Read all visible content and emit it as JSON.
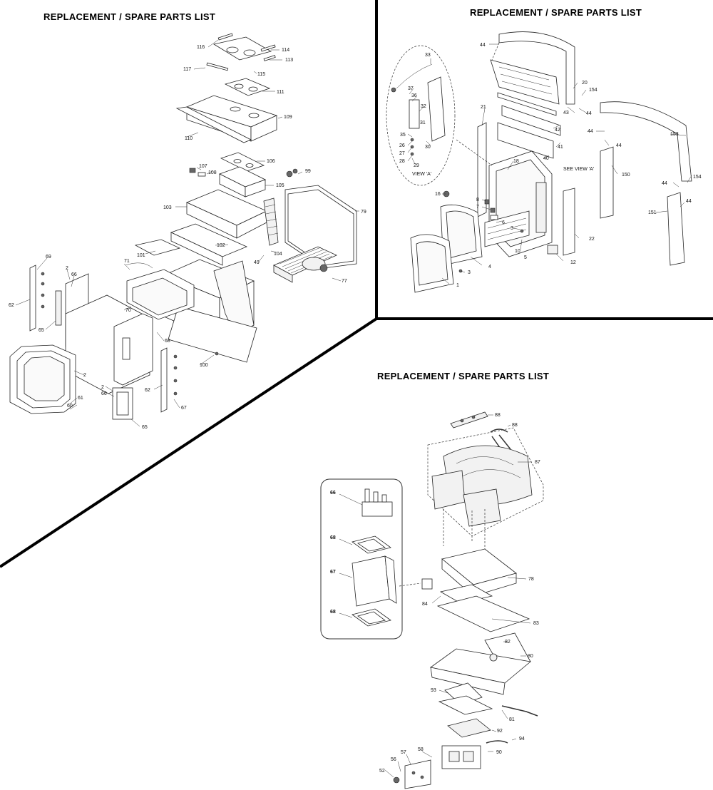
{
  "sections": {
    "top_left_title": "REPLACEMENT / SPARE PARTS LIST",
    "top_right_title": "REPLACEMENT / SPARE PARTS LIST",
    "bottom_title": "REPLACEMENT / SPARE PARTS LIST"
  },
  "callouts": {
    "view_a": "VIEW 'A'",
    "see_view_a": "SEE VIEW 'A'"
  },
  "labels_left": {
    "l116": "116",
    "l114": "114",
    "l113": "113",
    "l117": "117",
    "l115": "115",
    "l111": "111",
    "l109": "109",
    "l110": "110",
    "l106": "106",
    "l107": "107",
    "l108": "108",
    "l99": "99",
    "l105": "105",
    "l103": "103",
    "l79": "79",
    "l102": "102",
    "l101": "101",
    "l104": "104",
    "l49": "49",
    "l71": "71",
    "l77": "77",
    "l69": "69",
    "l2a": "2",
    "l66a": "66",
    "l62a": "62",
    "l65a": "65",
    "l70": "70",
    "l68": "68",
    "l100": "100",
    "l2b": "2",
    "l61": "61",
    "l60": "60",
    "l2c": "2",
    "l66b": "66",
    "l62b": "62",
    "l67": "67",
    "l65b": "65"
  },
  "labels_right": {
    "l44a": "44",
    "l33": "33",
    "l20": "20",
    "l154a": "154",
    "l37": "37",
    "l36": "36",
    "l32": "32",
    "l43": "43",
    "l44b": "44",
    "l35": "35",
    "l31": "31",
    "l26": "26",
    "l27": "27",
    "l28": "28",
    "l30": "30",
    "l29": "29",
    "l21": "21",
    "l42": "42",
    "l41": "41",
    "l40": "40",
    "l18": "18",
    "l44c": "44",
    "l44d": "44",
    "l153": "153",
    "l150": "150",
    "l154b": "154",
    "l44e": "44",
    "l44f": "44",
    "l151": "151",
    "l16": "16",
    "l8": "8",
    "l7": "7",
    "l6": "6",
    "l3a": "3",
    "l10": "10",
    "l22": "22",
    "l5": "5",
    "l12": "12",
    "l4": "4",
    "l3b": "3",
    "l1": "1"
  },
  "labels_bottom": {
    "l88a": "88",
    "l88b": "88",
    "l87": "87",
    "l66": "66",
    "l68a": "68",
    "l67": "67",
    "l68b": "68",
    "l78": "78",
    "l84": "84",
    "l83": "83",
    "l82": "82",
    "l80": "80",
    "l93": "93",
    "l81": "81",
    "l92": "92",
    "l94": "94",
    "l57": "57",
    "l58": "58",
    "l90": "90",
    "l56": "56",
    "l52": "52"
  }
}
